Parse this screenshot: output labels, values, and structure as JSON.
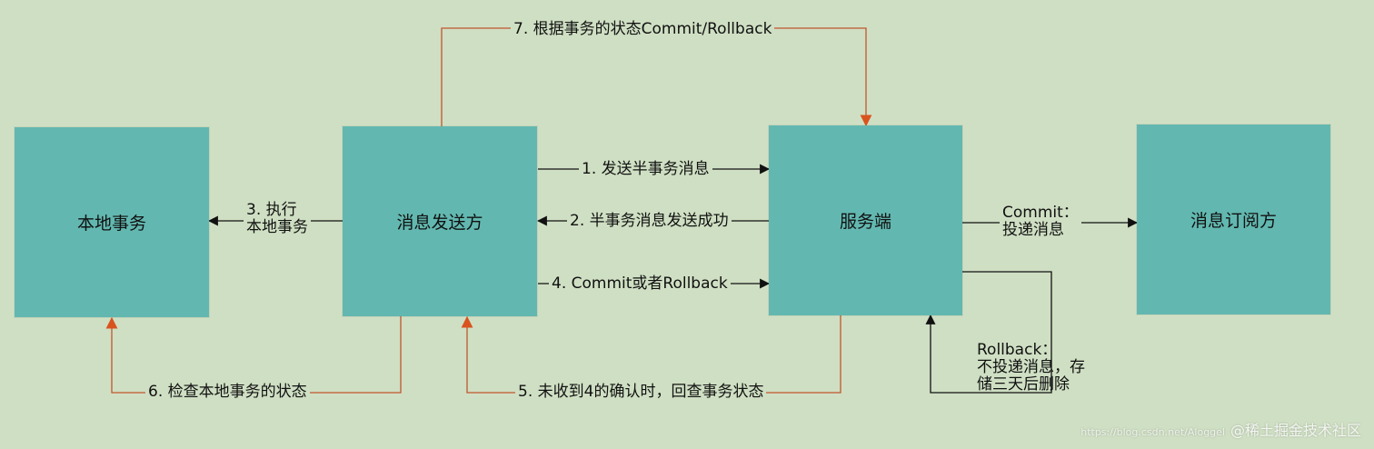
{
  "boxes": {
    "local_tx": "本地事务",
    "sender": "消息发送方",
    "server": "服务端",
    "subscriber": "消息订阅方"
  },
  "labels": {
    "step1": "1. 发送半事务消息",
    "step2": "2. 半事务消息发送成功",
    "step3_line1": "3. 执行",
    "step3_line2": "本地事务",
    "step4": "4. Commit或者Rollback",
    "step5": "5. 未收到4的确认时，回查事务状态",
    "step6": "6. 检查本地事务的状态",
    "step7": "7. 根据事务的状态Commit/Rollback",
    "commit_line1": "Commit：",
    "commit_line2": "投递消息",
    "rollback_line1": "Rollback：",
    "rollback_line2": "不投递消息，存",
    "rollback_line3": "储三天后删除"
  },
  "watermark": {
    "url": "https://blog.csdn.net/Aloggel",
    "text": "@稀土掘金技术社区"
  },
  "colors": {
    "background": "#cfdfc3",
    "box": "#62b8b0",
    "orange_line": "#c0562e",
    "black_line": "#111111"
  }
}
